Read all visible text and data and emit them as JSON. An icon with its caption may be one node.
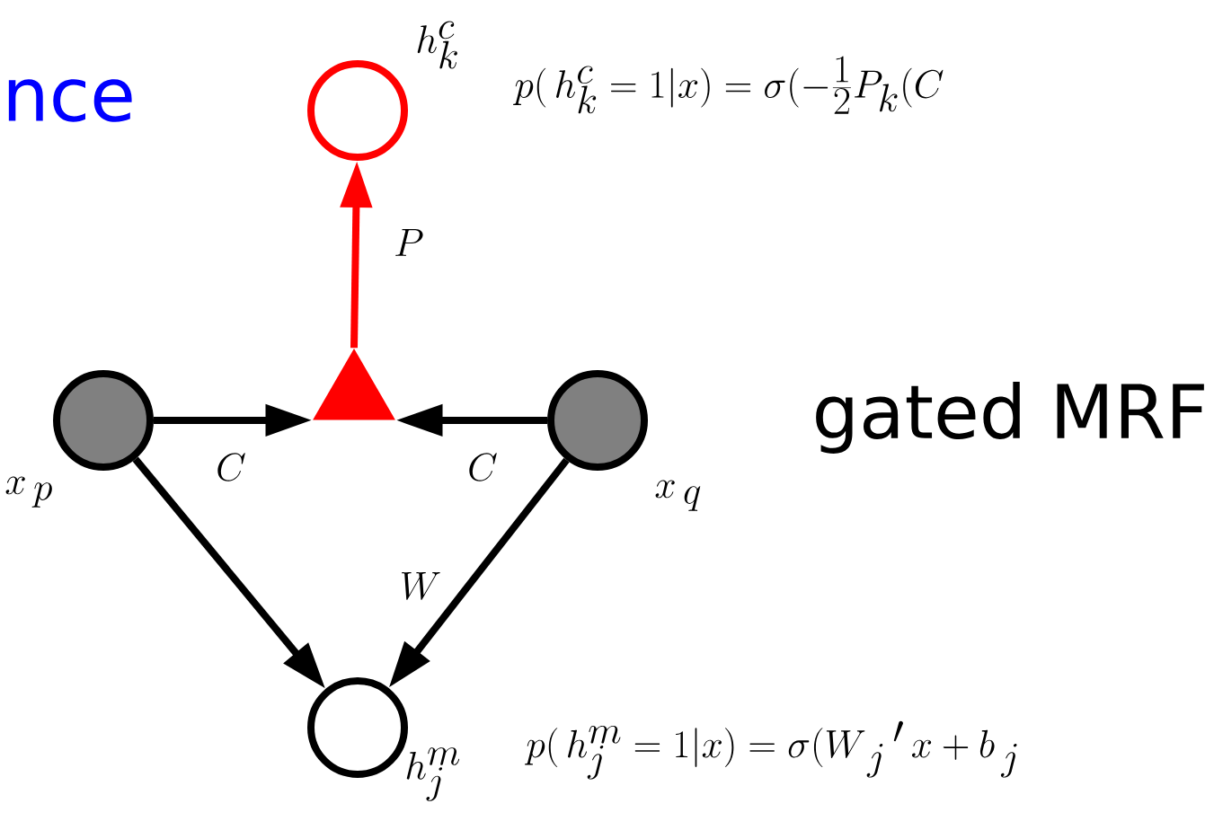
{
  "diagram": {
    "nodes": [
      {
        "text": [],
        "shape": "circle",
        "beside": [
          "h^{c}_{k}"
        ]
      },
      {
        "text": [],
        "shape": "triangle"
      },
      {
        "text": [],
        "shape": "circle",
        "beside": [
          "x_{\\,p}"
        ]
      },
      {
        "text": [],
        "shape": "circle",
        "beside": [
          "x_{\\,q}"
        ]
      },
      {
        "text": [],
        "shape": "circle",
        "beside": [
          "h^{m}_{j}"
        ]
      }
    ],
    "edges": [
      {
        "from": 2,
        "to": 1,
        "arrow": "to",
        "label": "C"
      },
      {
        "from": 3,
        "to": 1,
        "arrow": "to",
        "label": "C"
      },
      {
        "from": 1,
        "to": 0,
        "arrow": "to",
        "label": "P",
        "color": "#ff0000"
      },
      {
        "from": 2,
        "to": 4,
        "arrow": "to"
      },
      {
        "from": 3,
        "to": 4,
        "arrow": "to",
        "label": "W"
      }
    ],
    "labels": [
      "nce",
      "p(\\,h^{c}_{k}=1|x)=\\sigma(-\\frac{1}{2}P_{k}(C",
      "gated MRF",
      "p(\\,h^{m}_{j}=1|x)=\\sigma(W_{\\,j}\\,'\\,x+b_{\\,j}"
    ]
  }
}
